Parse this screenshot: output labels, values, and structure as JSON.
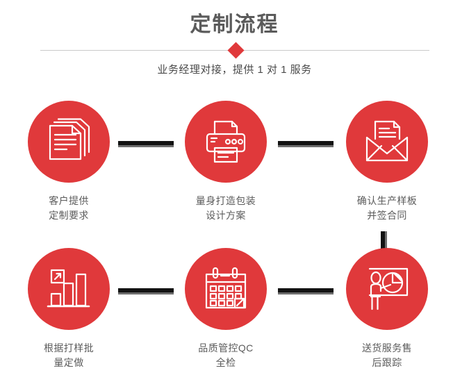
{
  "header": {
    "title": "定制流程",
    "subtitle": "业务经理对接，提供 1 对 1 服务",
    "divider_icon": "diamond-icon",
    "accent_color": "#e0393b",
    "title_color": "#5b5b5b",
    "divider_color": "#c9c9c9"
  },
  "steps": [
    {
      "index": "1",
      "icon": "documents-stack-icon",
      "caption": "客户提供\n定制要求"
    },
    {
      "index": "2",
      "icon": "printer-icon",
      "caption": "量身打造包装\n设计方案"
    },
    {
      "index": "3",
      "icon": "envelope-letter-icon",
      "caption": "确认生产样板\n并签合同"
    },
    {
      "index": "4",
      "icon": "bar-chart-growth-icon",
      "caption": "根据打样批\n量定做"
    },
    {
      "index": "5",
      "icon": "calendar-check-icon",
      "caption": "品质管控QC\n全检"
    },
    {
      "index": "6",
      "icon": "presenter-piechart-icon",
      "caption": "送货服务售\n后跟踪"
    }
  ],
  "connectors": [
    {
      "name": "connector-step1-step2",
      "orientation": "horizontal"
    },
    {
      "name": "connector-step2-step3",
      "orientation": "horizontal"
    },
    {
      "name": "connector-step3-step6",
      "orientation": "vertical"
    },
    {
      "name": "connector-step4-step5",
      "orientation": "horizontal"
    },
    {
      "name": "connector-step5-step6",
      "orientation": "horizontal"
    }
  ],
  "colors": {
    "circle_red": "#e0393b",
    "connector_dark": "#121212",
    "connector_shadow": "#6d6d6d",
    "caption_gray": "#5b5b5b",
    "background": "#ffffff"
  }
}
